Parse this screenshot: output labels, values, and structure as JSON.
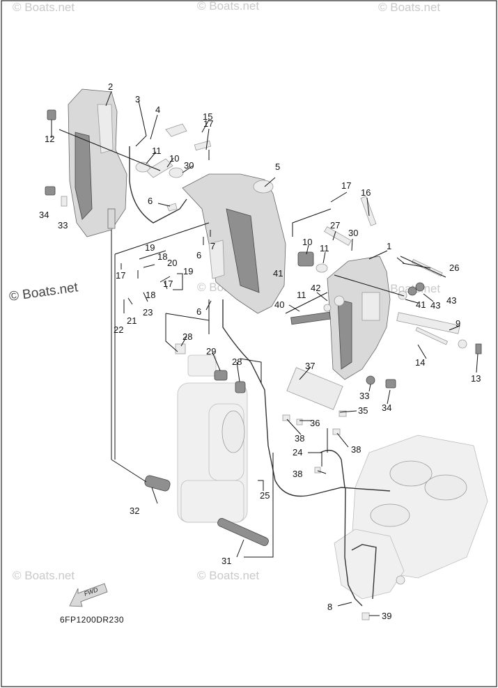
{
  "diagram": {
    "code": "6FP1200DR230",
    "forward_label": "FWD",
    "watermark_main": "© Boats.net",
    "watermark": "© Boats.net",
    "callouts": {
      "p1": "1",
      "p2": "2",
      "p3": "3",
      "p4": "4",
      "p5": "5",
      "p6a": "6",
      "p6b": "6",
      "p6c": "6",
      "p7": "7",
      "p8": "8",
      "p9": "9",
      "p10a": "10",
      "p10b": "10",
      "p11a": "11",
      "p11b": "11",
      "p11c": "11",
      "p12": "12",
      "p13": "13",
      "p14": "14",
      "p15": "15",
      "p16": "16",
      "p17a": "17",
      "p17b": "17",
      "p17c": "17",
      "p17d": "17",
      "p18a": "18",
      "p18b": "18",
      "p19a": "19",
      "p19b": "19",
      "p20": "20",
      "p21": "21",
      "p22": "22",
      "p23": "23",
      "p24": "24",
      "p25": "25",
      "p26": "26",
      "p27": "27",
      "p28a": "28",
      "p28b": "28",
      "p29": "29",
      "p30a": "30",
      "p30b": "30",
      "p31": "31",
      "p32": "32",
      "p33a": "33",
      "p33b": "33",
      "p34a": "34",
      "p34b": "34",
      "p35": "35",
      "p36": "36",
      "p37": "37",
      "p38a": "38",
      "p38b": "38",
      "p38c": "38",
      "p39": "39",
      "p40": "40",
      "p41a": "41",
      "p41b": "41",
      "p42": "42",
      "p43a": "43",
      "p43b": "43"
    }
  }
}
